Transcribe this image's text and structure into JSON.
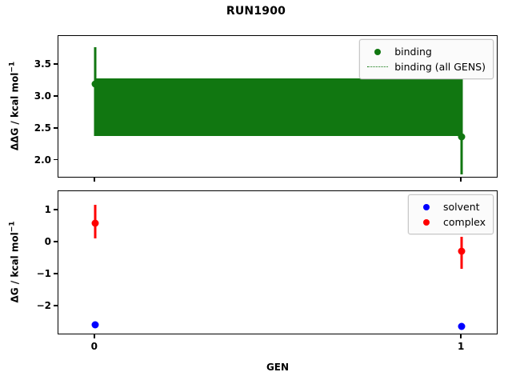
{
  "figure": {
    "title": "RUN1900",
    "xlabel": "GEN",
    "colors": {
      "binding": "#117711",
      "solvent": "#0000ff",
      "complex": "#ff0000",
      "axis": "#000000",
      "background": "#ffffff"
    }
  },
  "chart_data": [
    {
      "type": "scatter",
      "panel": "top",
      "title": "RUN1900",
      "xlabel": "",
      "ylabel": "ΔΔG / kcal mol⁻¹",
      "ylabel_base": "ΔΔG / kcal mol",
      "ylabel_exp": "−1",
      "x": [
        0,
        1
      ],
      "xticklabels": [
        "0",
        "1"
      ],
      "xlim": [
        -0.1,
        1.1
      ],
      "ylim": [
        1.72,
        3.95
      ],
      "yticks": [
        2.0,
        2.5,
        3.0,
        3.5
      ],
      "yticklabels": [
        "2.0",
        "2.5",
        "3.0",
        "3.5"
      ],
      "grid": false,
      "legend_position": "upper right",
      "series": [
        {
          "name": "binding",
          "marker": "o",
          "color": "#117711",
          "values": [
            3.2,
            2.37
          ],
          "err_low": [
            2.38,
            1.78
          ],
          "err_high": [
            3.78,
            3.28
          ]
        },
        {
          "name": "binding (all GENS)",
          "linestyle": "dotted",
          "color": "#117711",
          "description": "dense bundle of dotted horizontal lines spanning all GENS",
          "band_low": 2.38,
          "band_high": 3.28
        }
      ],
      "legend": [
        "binding",
        "binding (all GENS)"
      ]
    },
    {
      "type": "scatter",
      "panel": "bottom",
      "title": "",
      "xlabel": "GEN",
      "ylabel": "ΔG / kcal mol⁻¹",
      "ylabel_base": "ΔG / kcal mol",
      "ylabel_exp": "−1",
      "x": [
        0,
        1
      ],
      "xticklabels": [
        "0",
        "1"
      ],
      "xlim": [
        -0.1,
        1.1
      ],
      "ylim": [
        -2.9,
        1.6
      ],
      "yticks": [
        -2,
        -1,
        0,
        1
      ],
      "yticklabels": [
        "−2",
        "−1",
        "0",
        "1"
      ],
      "grid": false,
      "legend_position": "upper right",
      "series": [
        {
          "name": "solvent",
          "marker": "o",
          "color": "#0000ff",
          "values": [
            -2.58,
            -2.62
          ],
          "err_low": [
            -2.62,
            -2.67
          ],
          "err_high": [
            -2.54,
            -2.57
          ]
        },
        {
          "name": "complex",
          "marker": "o",
          "color": "#ff0000",
          "values": [
            0.6,
            -0.28
          ],
          "err_low": [
            0.12,
            -0.83
          ],
          "err_high": [
            1.17,
            0.17
          ]
        }
      ],
      "legend": [
        "solvent",
        "complex"
      ]
    }
  ],
  "legend_top": {
    "items": [
      {
        "label": "binding",
        "key": "dot",
        "color": "#117711"
      },
      {
        "label": "binding (all GENS)",
        "key": "dotted-line",
        "color": "#117711"
      }
    ]
  },
  "legend_bottom": {
    "items": [
      {
        "label": "solvent",
        "key": "dot",
        "color": "#0000ff"
      },
      {
        "label": "complex",
        "key": "dot",
        "color": "#ff0000"
      }
    ]
  }
}
